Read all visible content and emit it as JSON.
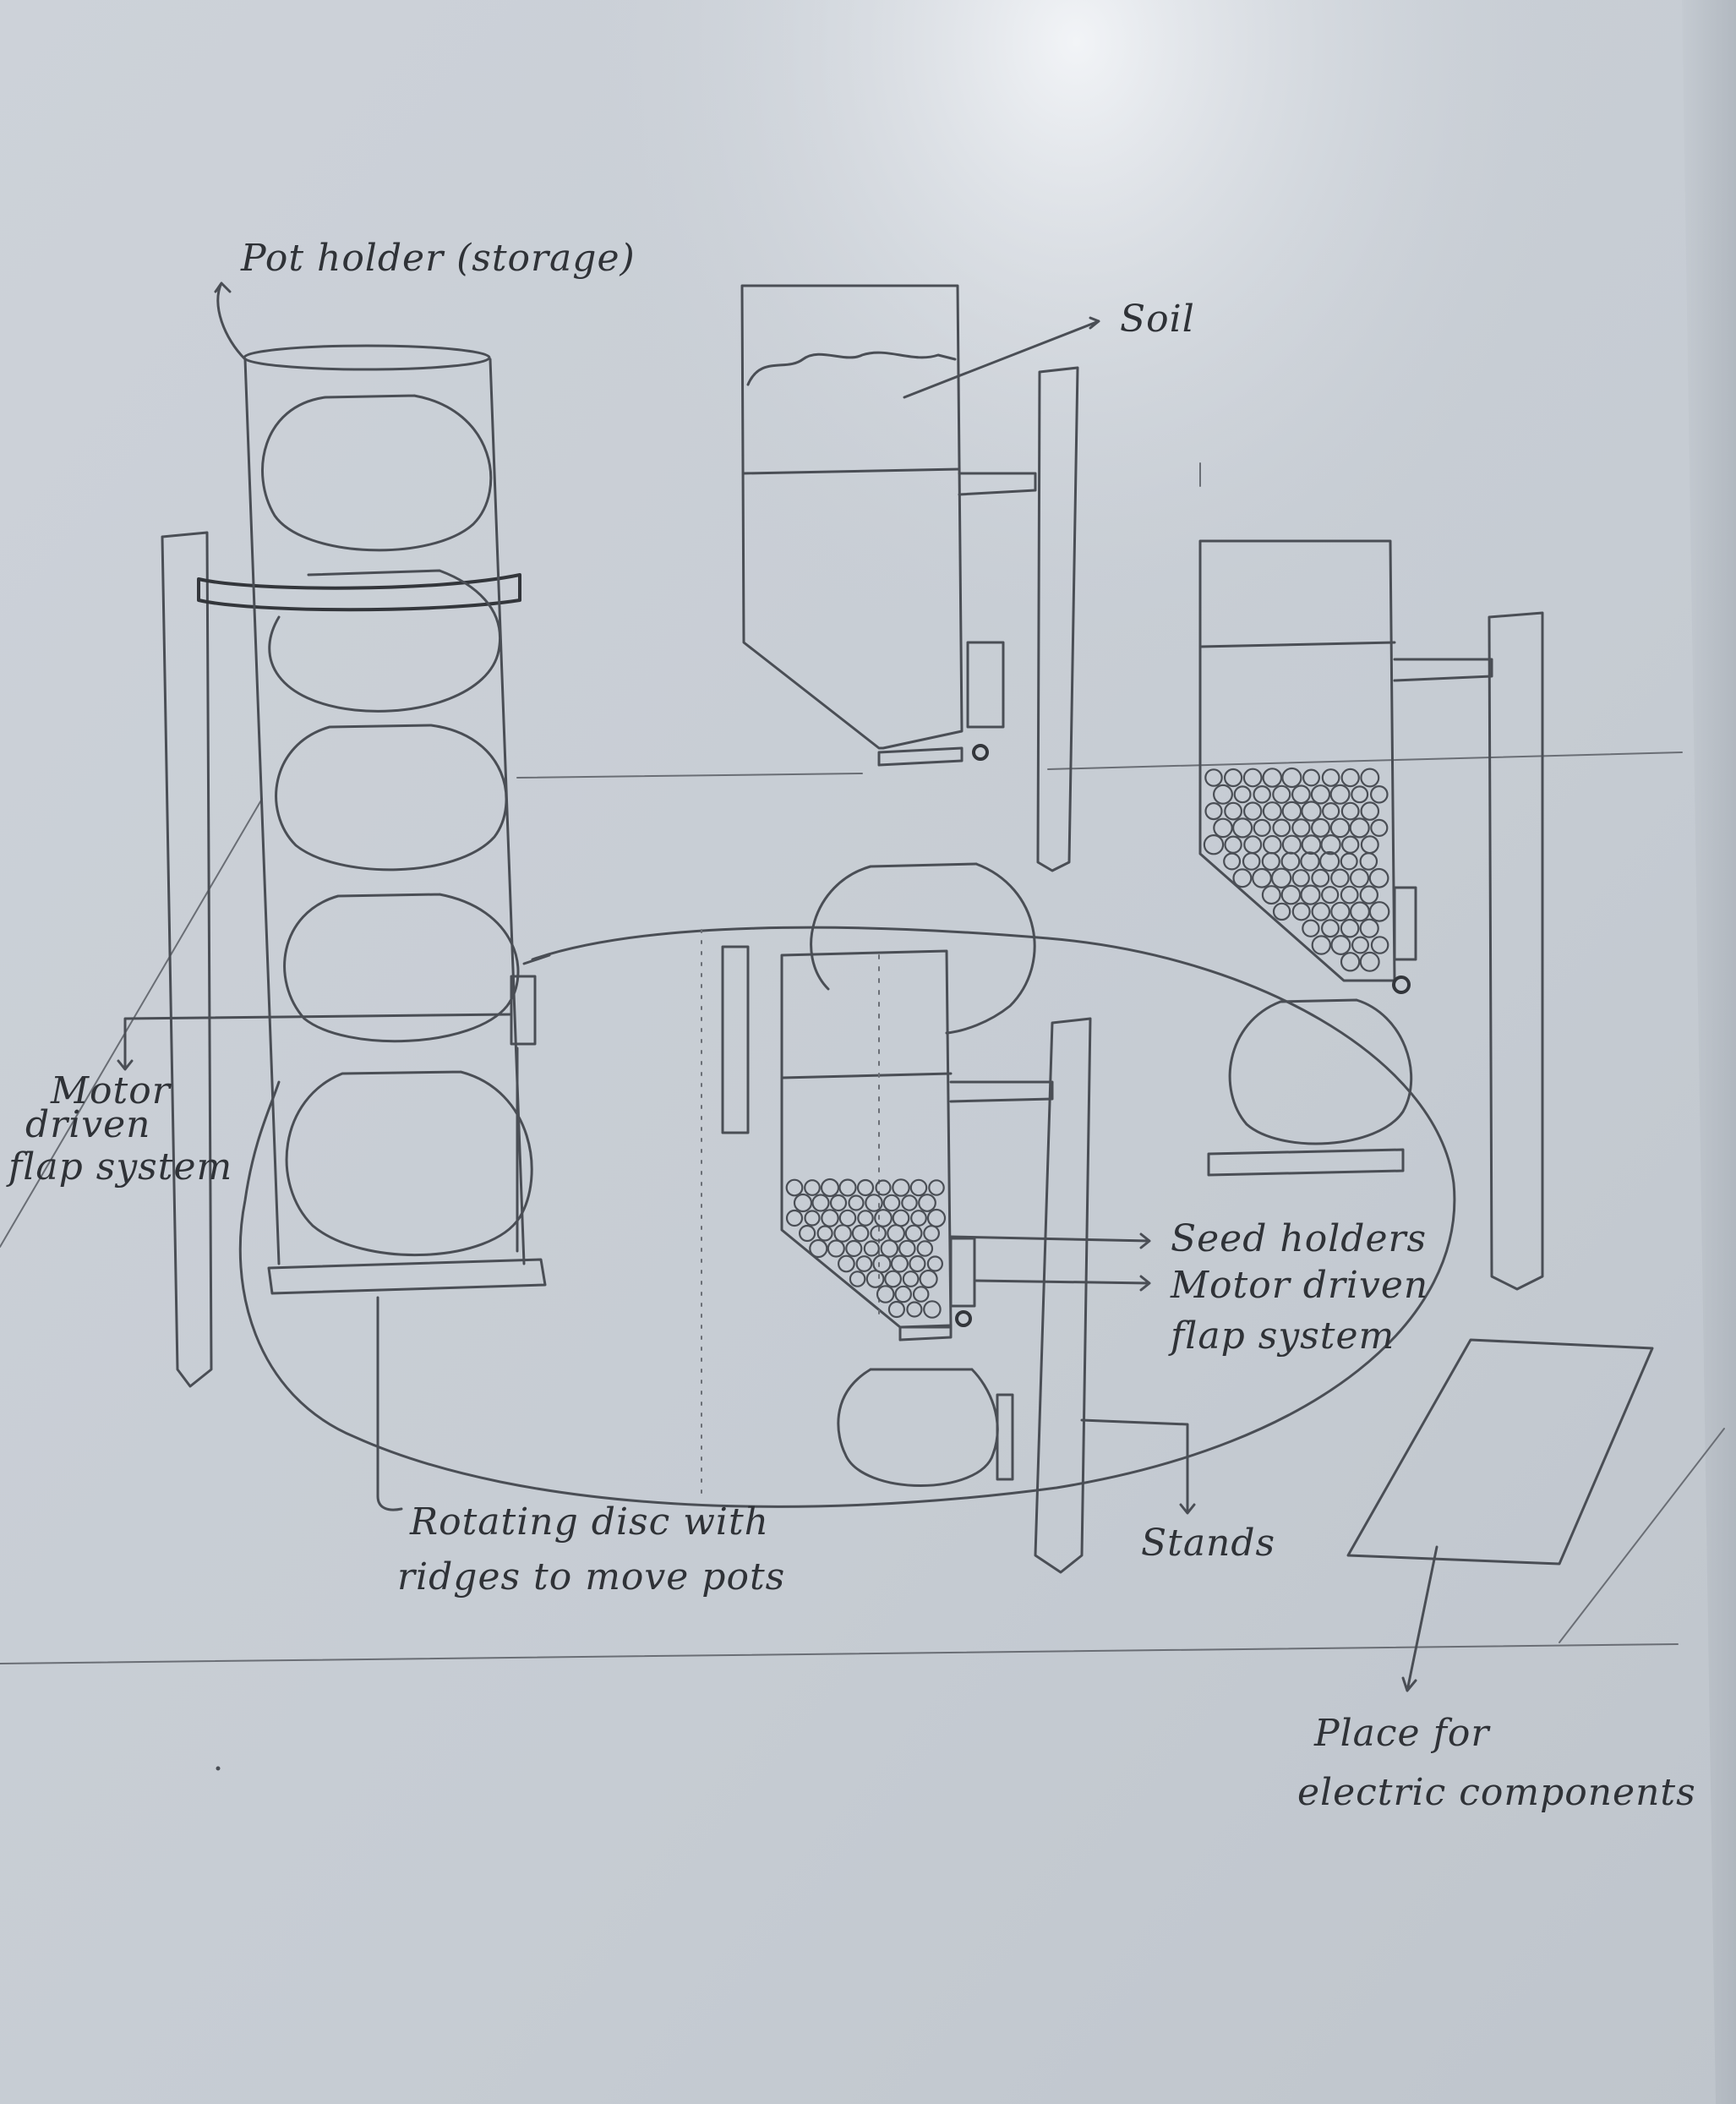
{
  "labels": {
    "pot_holder": "Pot holder (storage)",
    "soil": "Soil",
    "motor_flap_left_line1": "Motor",
    "motor_flap_left_line2": "driven",
    "motor_flap_left_line3": "flap system",
    "seed_holder": "Seed holders",
    "motor_flap_right_line1": "Motor driven",
    "motor_flap_right_line2": "flap system",
    "rotating_disc_line1": "Rotating disc with",
    "rotating_disc_line2": "ridges to move pots",
    "stands": "Stands",
    "electric_line1": "Place for",
    "electric_line2": "electric components"
  }
}
